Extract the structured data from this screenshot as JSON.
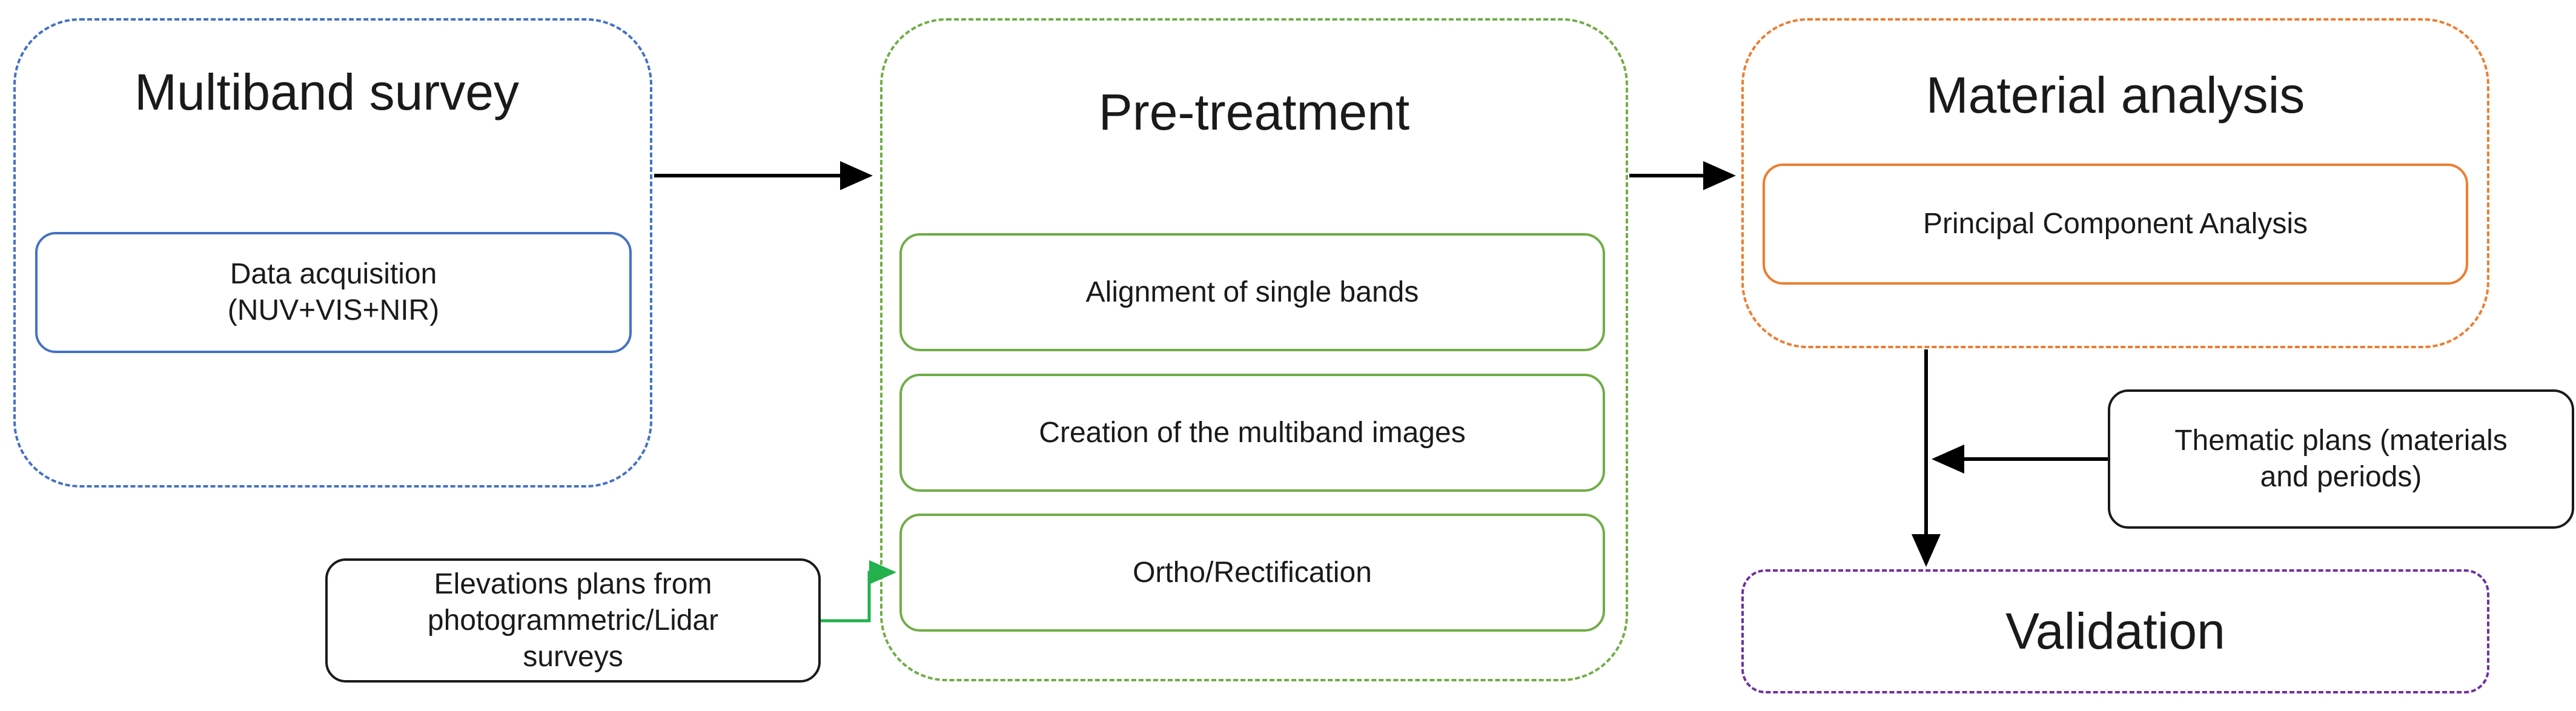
{
  "colors": {
    "survey": "#4472c4",
    "pretreatment": "#70ad47",
    "material": "#ed7d31",
    "validation": "#7030a0",
    "text": "#1a1a1a",
    "external": "#1a1a1a",
    "arrow": "#000000",
    "green_arrow": "#22b14c"
  },
  "stages": {
    "survey": {
      "title": "Multiband survey",
      "step": "Data acquisition\n(NUV+VIS+NIR)"
    },
    "pretreatment": {
      "title": "Pre-treatment",
      "steps": [
        "Alignment of single bands",
        "Creation of the multiband images",
        "Ortho/Rectification"
      ]
    },
    "material": {
      "title": "Material analysis",
      "step": "Principal Component Analysis"
    },
    "validation": {
      "title": "Validation"
    }
  },
  "inputs": {
    "elevations": "Elevations plans from\nphotogrammetric/Lidar\nsurveys",
    "thematic": "Thematic plans (materials\nand periods)"
  }
}
